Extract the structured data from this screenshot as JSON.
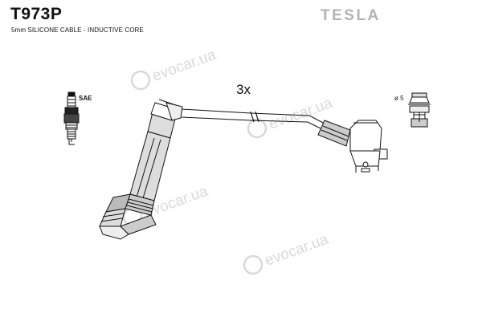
{
  "header": {
    "part_number": "T973P",
    "subtitle": "5mm SILICONE CABLE - INDUCTIVE CORE",
    "brand": "TESLA"
  },
  "diagram": {
    "quantity_label": "3x",
    "spark_plug_label": "SAE",
    "terminal_label": "ø 5"
  },
  "watermark": {
    "text": "evocar.ua",
    "color": "#d9d9d9"
  },
  "colors": {
    "ink": "#111111",
    "brand": "#b3b3b3"
  }
}
